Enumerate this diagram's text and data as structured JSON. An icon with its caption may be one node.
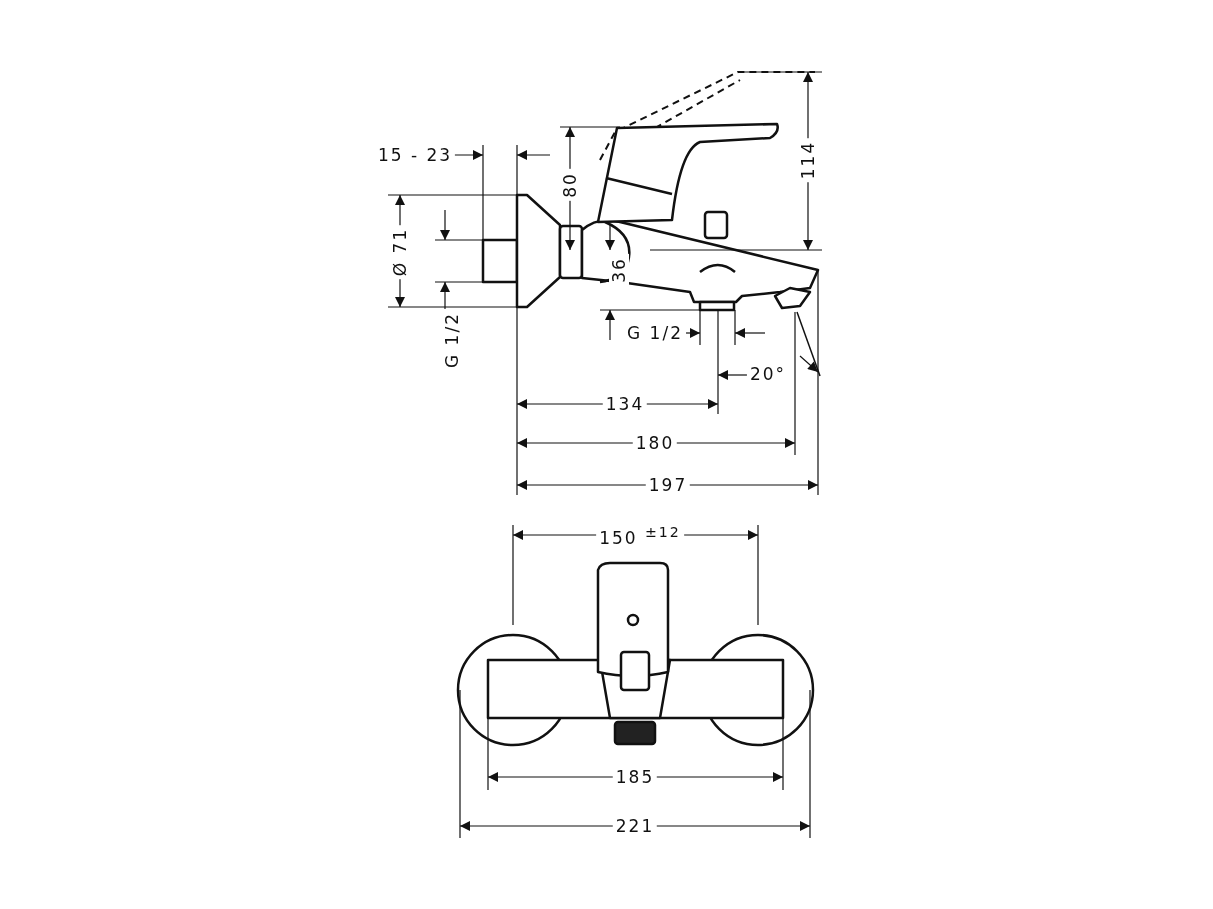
{
  "diagram": {
    "labels": [
      "114",
      "15 - 23",
      "80",
      "Ø 71",
      "36",
      "G 1/2",
      "G 1/2",
      "20°",
      "134",
      "180",
      "197",
      "150 $^{±12}$",
      "185",
      "221"
    ]
  }
}
